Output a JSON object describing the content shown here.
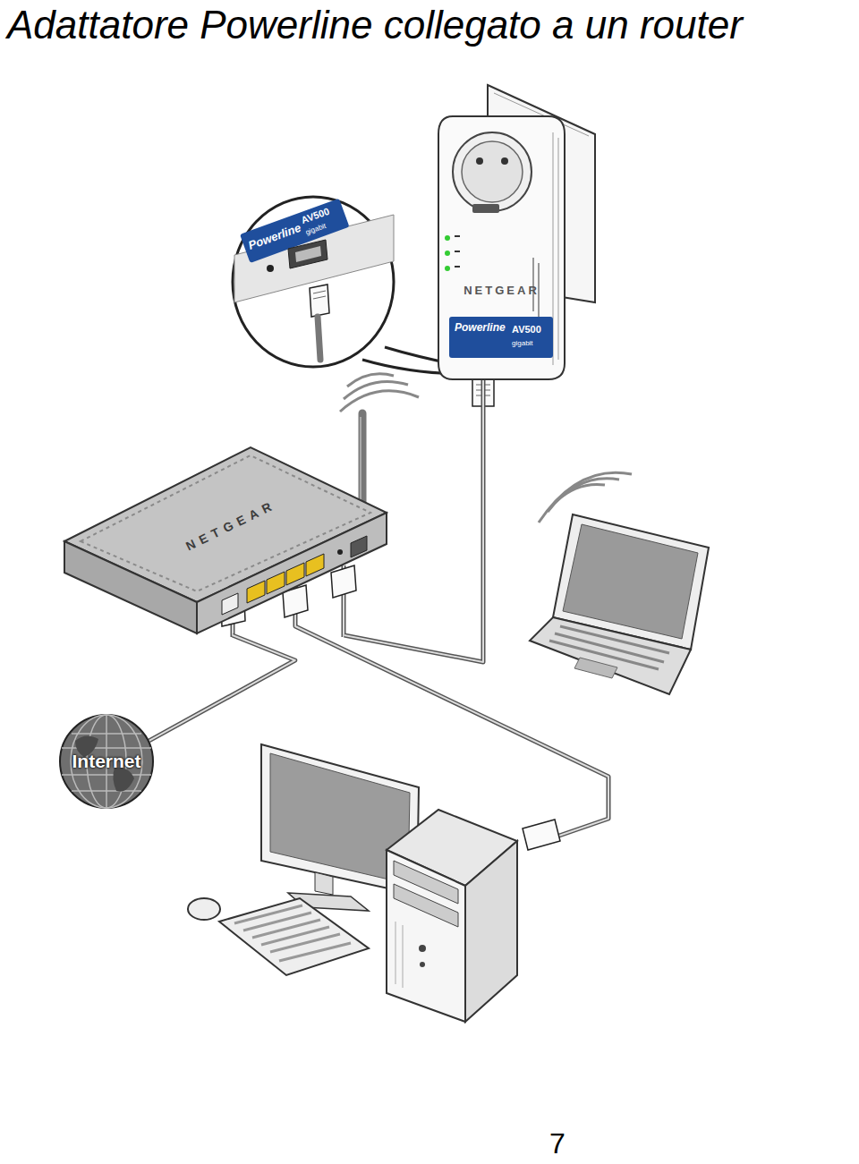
{
  "diagram": {
    "title": "Adattatore Powerline collegato a un router",
    "nodes": [
      {
        "text": [
          "NETGEAR",
          "Powerline",
          "AV500",
          "gigabit"
        ]
      },
      {
        "text": [
          "NETGEAR"
        ]
      },
      {
        "text": [
          "Internet"
        ]
      }
    ],
    "edges": [
      {
        "from": 1,
        "to": 0,
        "arrow": "none"
      },
      {
        "from": 1,
        "to": 2,
        "arrow": "none"
      }
    ],
    "labels": [
      "Powerline",
      "AV500",
      "gigabit",
      "7"
    ]
  }
}
